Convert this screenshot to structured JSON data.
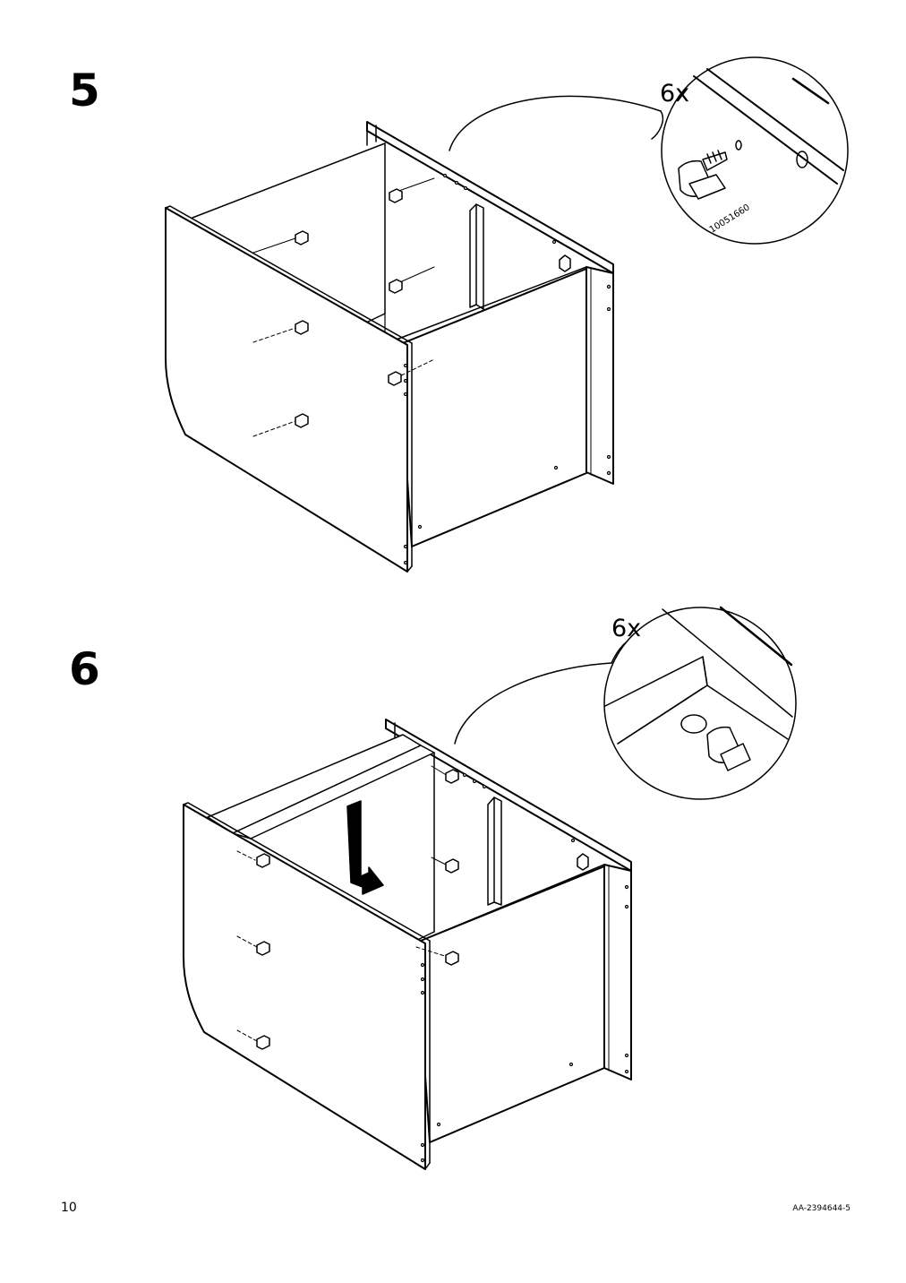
{
  "steps": [
    {
      "number": "5",
      "quantity": "6x",
      "part_number": "10051660"
    },
    {
      "number": "6",
      "quantity": "6x"
    }
  ],
  "footer": {
    "page_number": "10",
    "document_code": "AA-2394644-5"
  },
  "icons": {
    "step5": [
      "cabinet-illustration",
      "cam-dowel-icon",
      "detail-callout"
    ],
    "step6": [
      "cabinet-illustration",
      "down-arrow-icon",
      "cam-dowel-icon",
      "detail-callout"
    ]
  }
}
